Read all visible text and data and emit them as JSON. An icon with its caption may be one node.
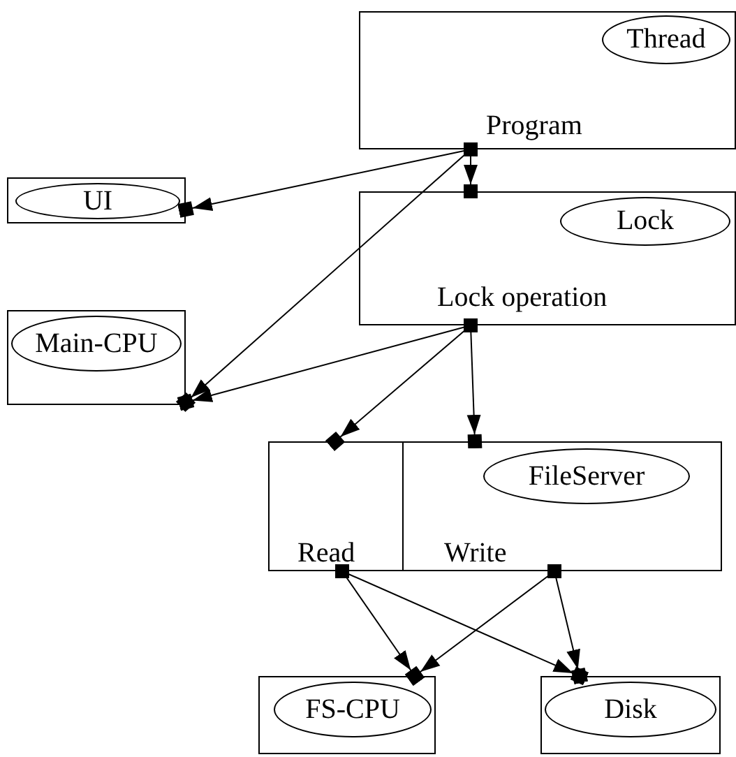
{
  "diagram": {
    "nodes": [
      {
        "text": [
          "Program"
        ]
      },
      {
        "text": [
          "Thread"
        ],
        "in": 0
      },
      {
        "text": [],
        "shape": "box"
      },
      {
        "text": [
          "UI"
        ],
        "in": 2
      },
      {
        "text": [
          "Lock operation"
        ]
      },
      {
        "text": [
          "Lock"
        ],
        "in": 4
      },
      {
        "text": [],
        "shape": "box"
      },
      {
        "text": [
          "Main-CPU"
        ],
        "in": 6
      },
      {
        "text": [
          "Read"
        ]
      },
      {
        "text": [
          "Write"
        ]
      },
      {
        "text": [
          "FileServer"
        ],
        "in": 9
      },
      {
        "text": [],
        "shape": "box"
      },
      {
        "text": [
          "FS-CPU"
        ],
        "in": 11
      },
      {
        "text": [],
        "shape": "box"
      },
      {
        "text": [
          "Disk"
        ],
        "in": 13
      }
    ],
    "edges": [
      {
        "from": 0,
        "to": 2,
        "arrow": "to"
      },
      {
        "from": 0,
        "to": 6,
        "arrow": "to"
      },
      {
        "from": 0,
        "to": 4,
        "arrow": "to"
      },
      {
        "from": 4,
        "to": 6,
        "arrow": "to"
      },
      {
        "from": 4,
        "to": 8,
        "arrow": "to"
      },
      {
        "from": 4,
        "to": 9,
        "arrow": "to"
      },
      {
        "from": 8,
        "to": 11,
        "arrow": "to"
      },
      {
        "from": 8,
        "to": 13,
        "arrow": "to"
      },
      {
        "from": 9,
        "to": 11,
        "arrow": "to"
      },
      {
        "from": 9,
        "to": 13,
        "arrow": "to"
      }
    ]
  }
}
